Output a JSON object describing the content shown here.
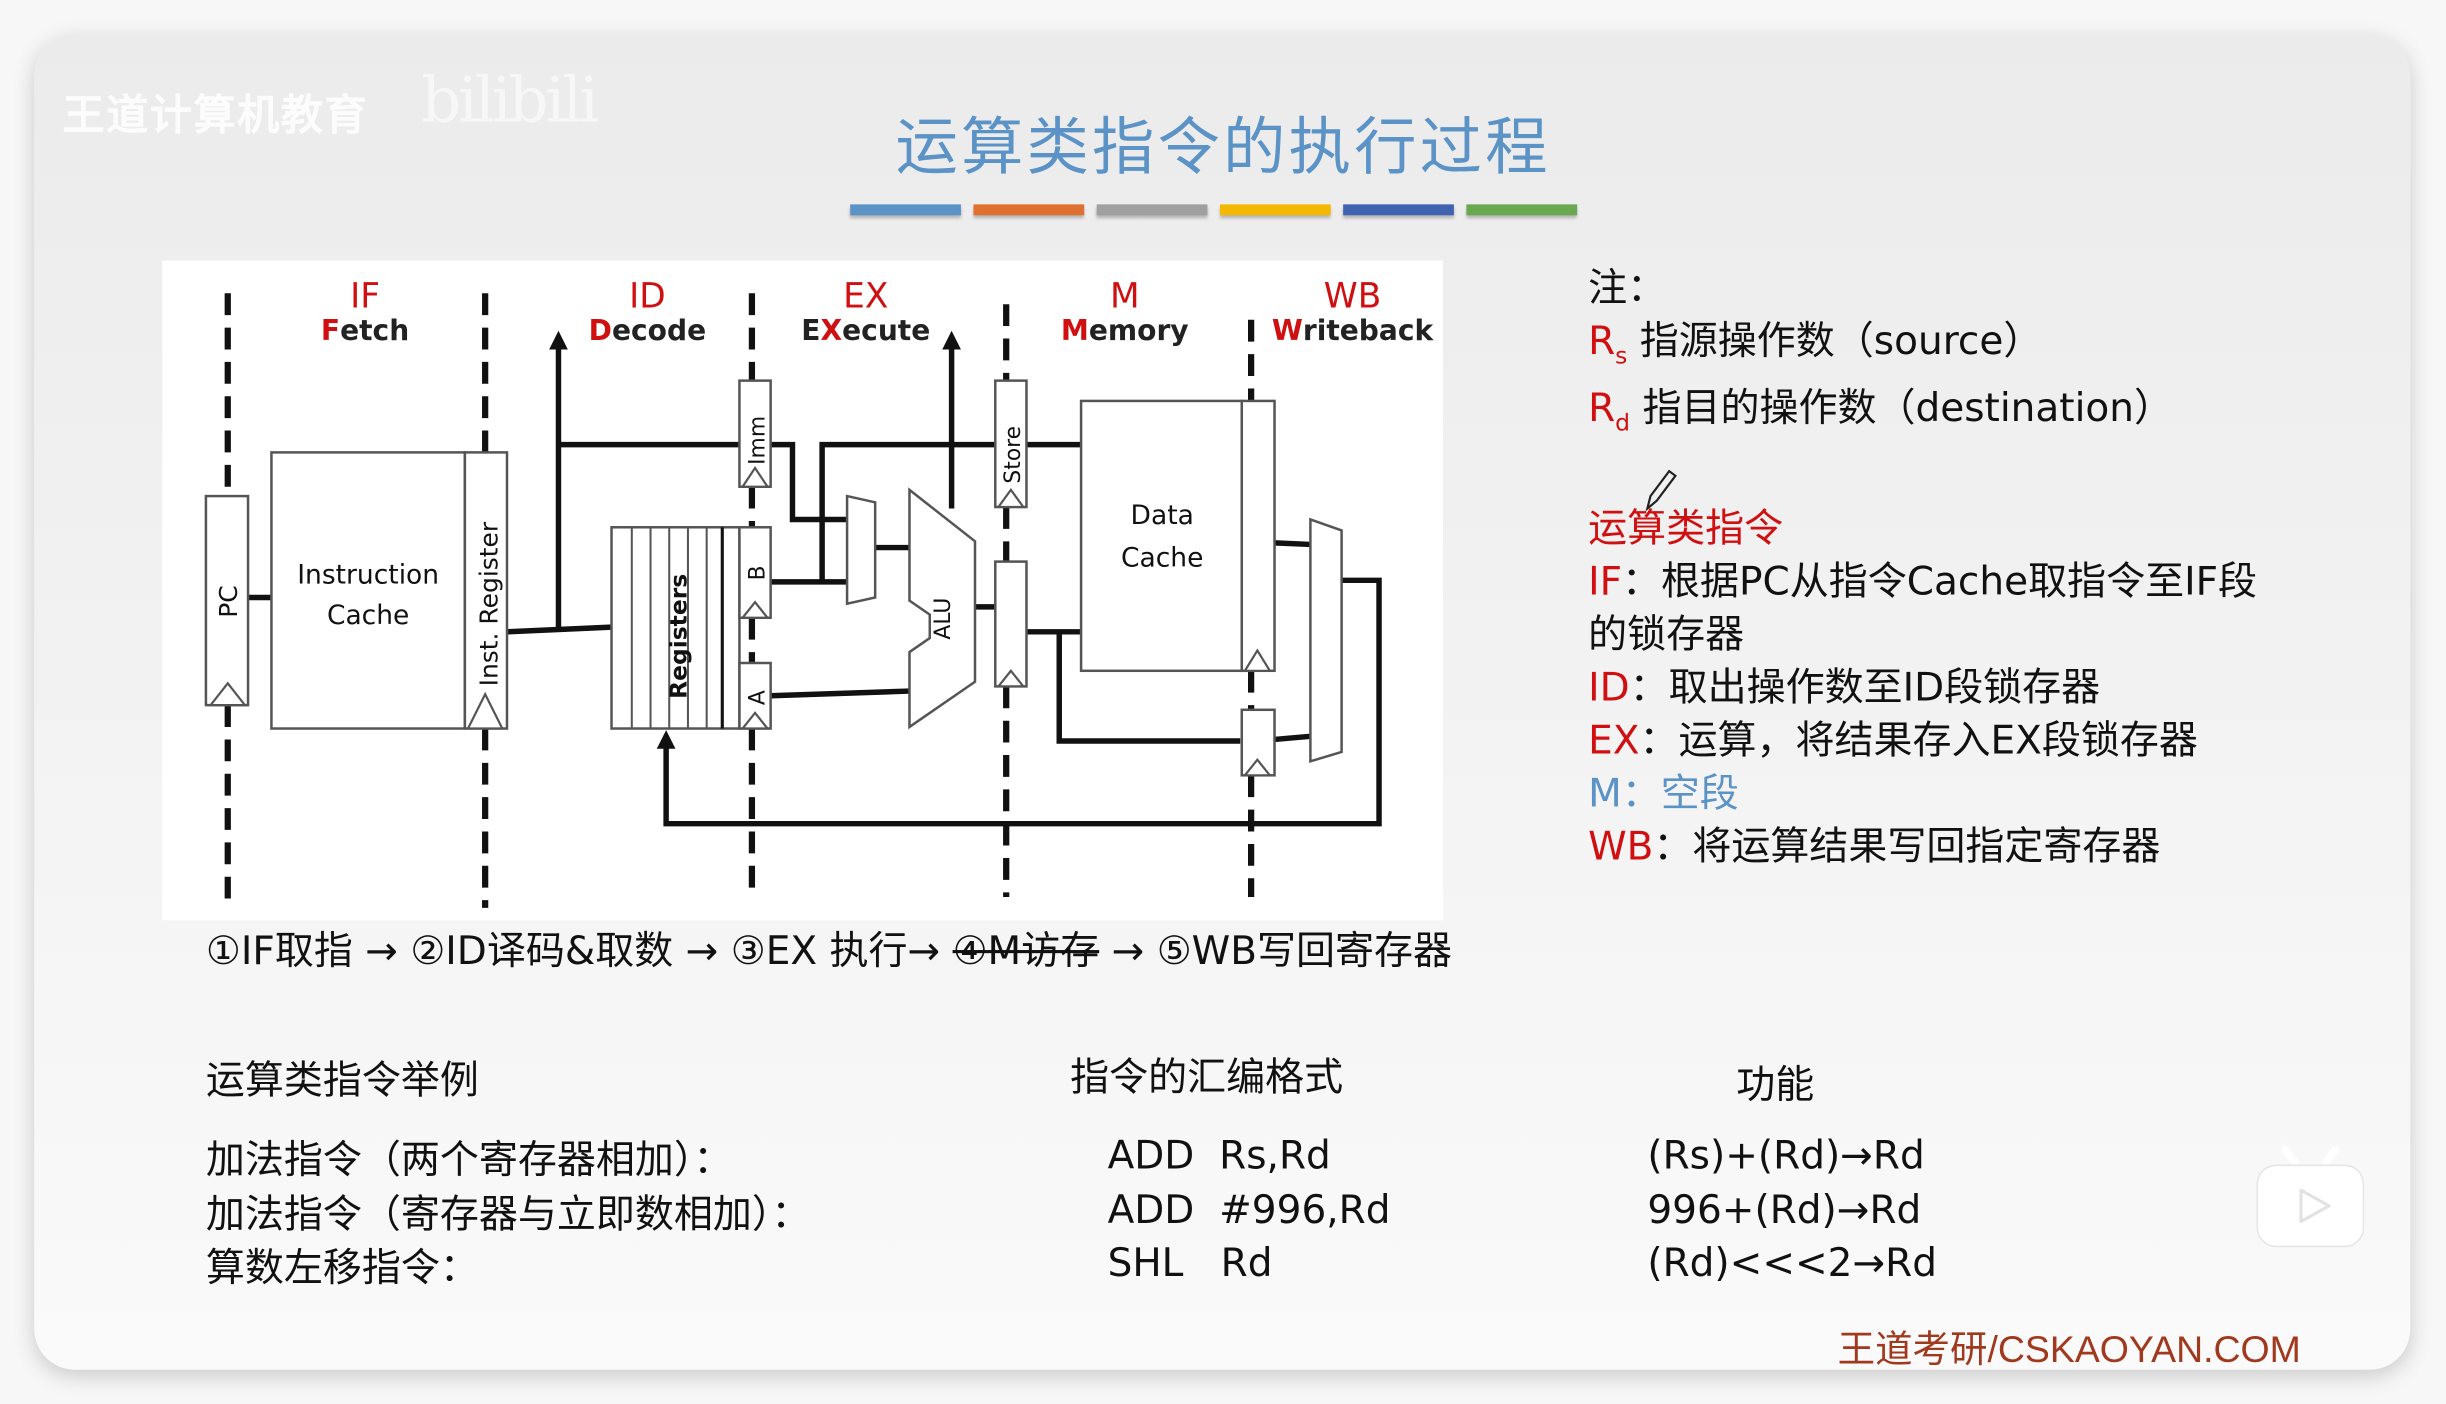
{
  "watermark": {
    "text": "王道计算机教育",
    "logo": "bilibili"
  },
  "title": "运算类指令的执行过程",
  "accent_bars": [
    "#5b93c7",
    "#e07030",
    "#a0a0a0",
    "#f5b800",
    "#3f63b0",
    "#6aa84f"
  ],
  "diagram": {
    "stages": [
      {
        "abbr": "IF",
        "first": "F",
        "rest": "etch"
      },
      {
        "abbr": "ID",
        "first": "D",
        "rest": "ecode"
      },
      {
        "abbr": "EX",
        "first": "E",
        "second": "X",
        "rest": "ecute"
      },
      {
        "abbr": "M",
        "first": "M",
        "rest": "emory"
      },
      {
        "abbr": "WB",
        "first": "W",
        "rest": "riteback"
      }
    ],
    "blocks": {
      "pc": "PC",
      "instruction_cache_1": "Instruction",
      "instruction_cache_2": "Cache",
      "inst_register": "Inst. Register",
      "registers": "Registers",
      "imm": "Imm",
      "b": "B",
      "a": "A",
      "alu": "ALU",
      "store": "Store",
      "data_cache_1": "Data",
      "data_cache_2": "Cache"
    }
  },
  "notes": {
    "heading": "注：",
    "rs_label": "R",
    "rs_sub": "s",
    "rs_text": "指源操作数（source）",
    "rd_label": "R",
    "rd_sub": "d",
    "rd_text": "指目的操作数（destination）",
    "section_title": "运算类指令",
    "if_label": "IF",
    "if_text": "：根据PC从指令Cache取指令至IF段",
    "if_text2": "的锁存器",
    "id_label": "ID",
    "id_text": "：取出操作数至ID段锁存器",
    "ex_label": "EX",
    "ex_text": "：运算，将结果存入EX段锁存器",
    "m_label": "M",
    "m_text": "：空段",
    "wb_label": "WB",
    "wb_text": "：将运算结果写回指定寄存器",
    "red": "#d01010",
    "blue": "#5b93c7"
  },
  "flow": {
    "step1": "①IF取指",
    "step2": "②ID译码&取数",
    "step3": "③EX 执行",
    "step4": "④M访存",
    "step5": "⑤WB写回寄存器",
    "arrow": "→"
  },
  "examples": {
    "headers": [
      "运算类指令举例",
      "指令的汇编格式",
      "功能"
    ],
    "rows": [
      {
        "desc": "加法指令（两个寄存器相加）：",
        "asm": "ADD  Rs,Rd",
        "func": "(Rs)+(Rd)→Rd"
      },
      {
        "desc": "加法指令（寄存器与立即数相加）：",
        "asm": "ADD  #996,Rd",
        "func": "996+(Rd)→Rd"
      },
      {
        "desc": "算数左移指令：",
        "asm": "SHL   Rd",
        "func": "(Rd)<<<2→Rd"
      }
    ]
  },
  "footer": "王道考研/CSKAOYAN.COM"
}
